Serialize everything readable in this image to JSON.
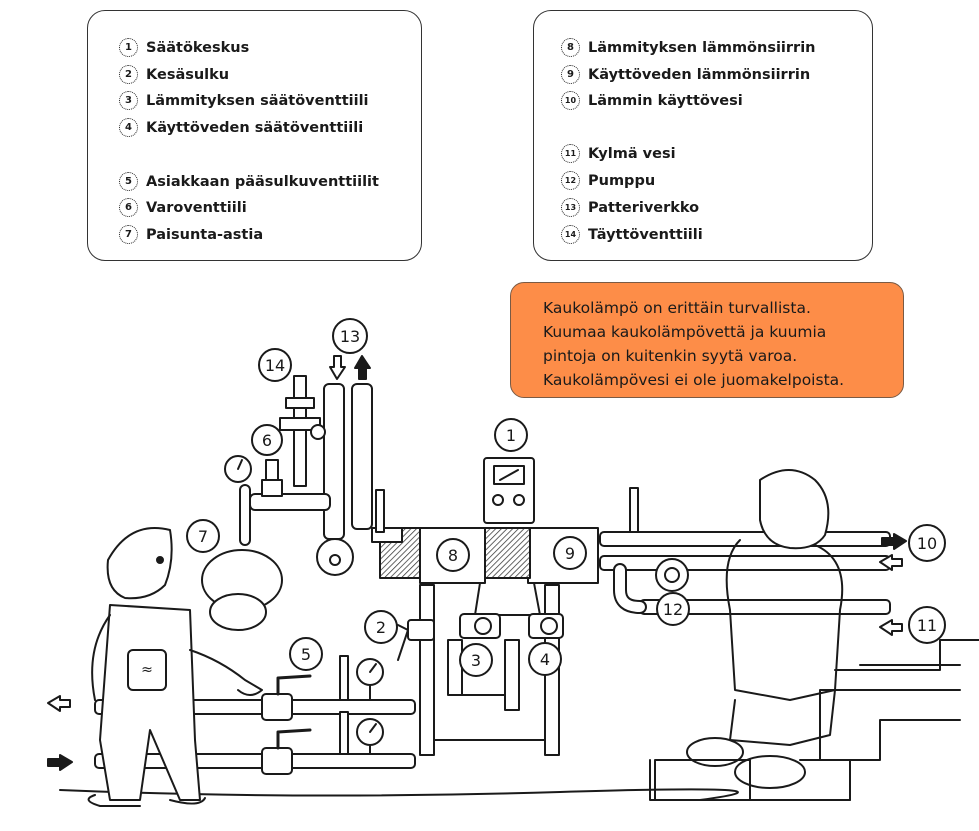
{
  "legend_left": [
    {
      "num": "1",
      "label": "Säätökeskus"
    },
    {
      "num": "2",
      "label": "Kesäsulku"
    },
    {
      "num": "3",
      "label": "Lämmityksen säätöventtiili"
    },
    {
      "num": "4",
      "label": "Käyttöveden säätöventtiili"
    },
    {
      "num": "5",
      "label": "Asiakkaan pääsulkuventtiilit"
    },
    {
      "num": "6",
      "label": "Varoventtiili"
    },
    {
      "num": "7",
      "label": "Paisunta-astia"
    }
  ],
  "legend_right": [
    {
      "num": "8",
      "label": "Lämmityksen lämmönsiirrin"
    },
    {
      "num": "9",
      "label": "Käyttöveden lämmönsiirrin"
    },
    {
      "num": "10",
      "label": "Lämmin käyttövesi"
    },
    {
      "num": "11",
      "label": "Kylmä vesi"
    },
    {
      "num": "12",
      "label": "Pumppu"
    },
    {
      "num": "13",
      "label": "Patteriverkko"
    },
    {
      "num": "14",
      "label": "Täyttöventtiili"
    }
  ],
  "warning": {
    "lines": [
      "Kaukolämpö on erittäin turvallista.",
      "Kuumaa kaukolämpövettä ja kuumia",
      "pintoja on kuitenkin syytä varoa.",
      "Kaukolämpövesi ei ole juomakelpoista."
    ],
    "background_color": "#fd8d48"
  },
  "callouts": {
    "c1": "1",
    "c2": "2",
    "c3": "3",
    "c4": "4",
    "c5": "5",
    "c6": "6",
    "c7": "7",
    "c8": "8",
    "c9": "9",
    "c10": "10",
    "c11": "11",
    "c12": "12",
    "c13": "13",
    "c14": "14"
  }
}
